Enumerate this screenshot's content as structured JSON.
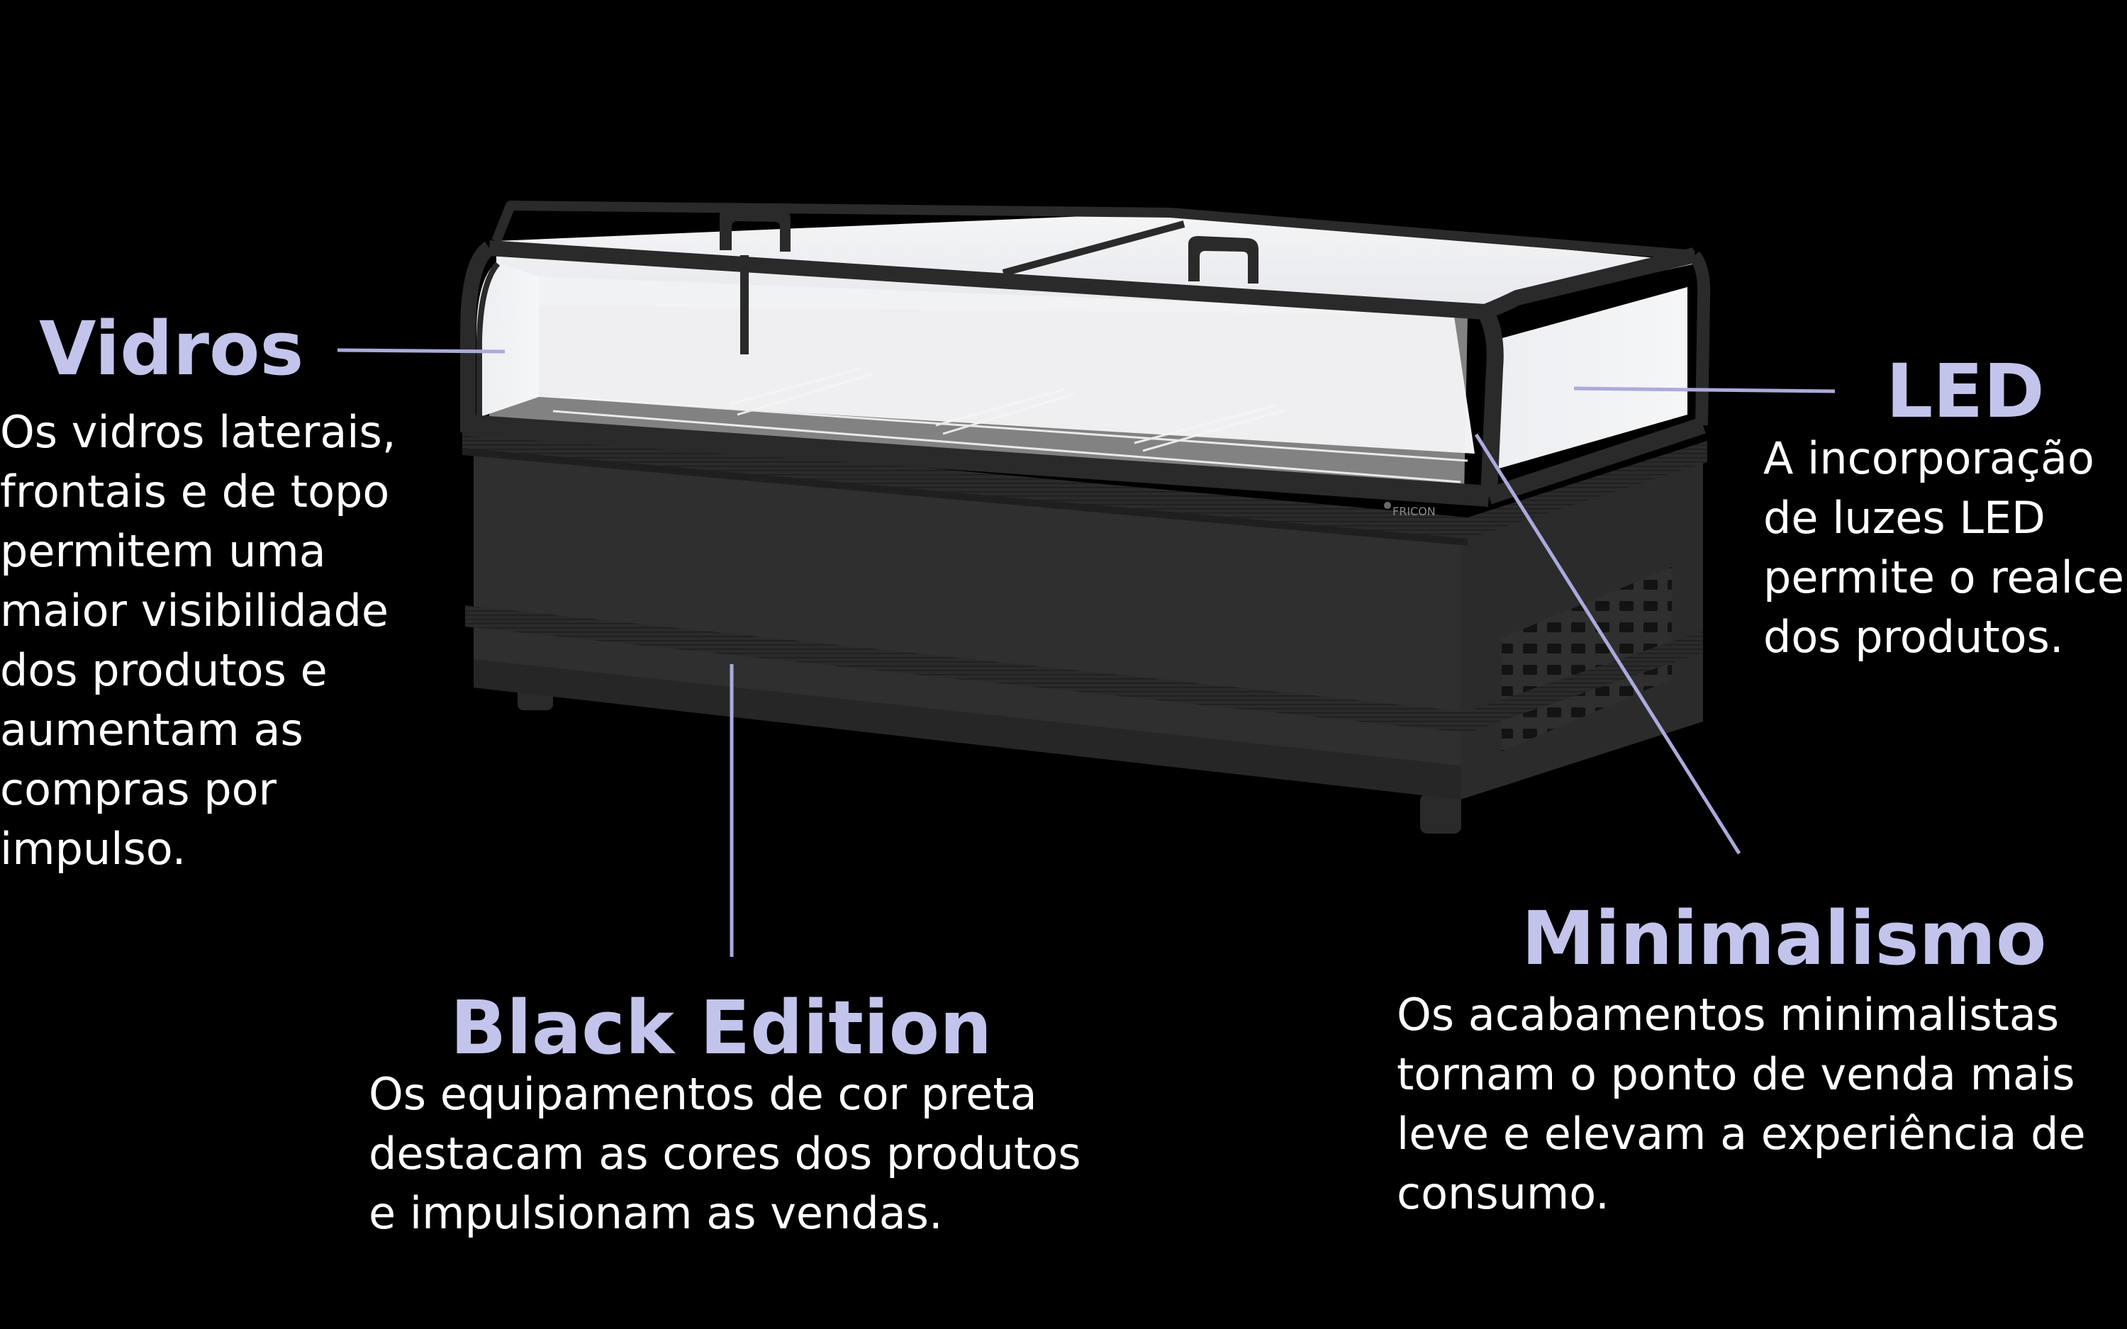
{
  "accent_color": "#c3c4ec",
  "product": {
    "name": "chest freezer display island (black)",
    "brand_logo": "FRICON"
  },
  "callouts": {
    "vidros": {
      "title": "Vidros",
      "lines": [
        "Os vidros laterais,",
        "frontais e de topo",
        "permitem uma",
        "maior visibilidade",
        "dos produtos e",
        "aumentam as",
        "compras por",
        "impulso."
      ]
    },
    "led": {
      "title": "LED",
      "lines": [
        "A incorporação",
        "de luzes LED",
        "permite o realce",
        "dos produtos."
      ]
    },
    "minimalismo": {
      "title": "Minimalismo",
      "lines": [
        "Os acabamentos minimalistas",
        "tornam o ponto de venda mais",
        "leve e elevam a experiência de",
        "consumo."
      ]
    },
    "black_edition": {
      "title": "Black Edition",
      "lines": [
        "Os equipamentos de cor preta",
        "destacam as cores dos produtos",
        "e impulsionam as vendas."
      ]
    }
  }
}
